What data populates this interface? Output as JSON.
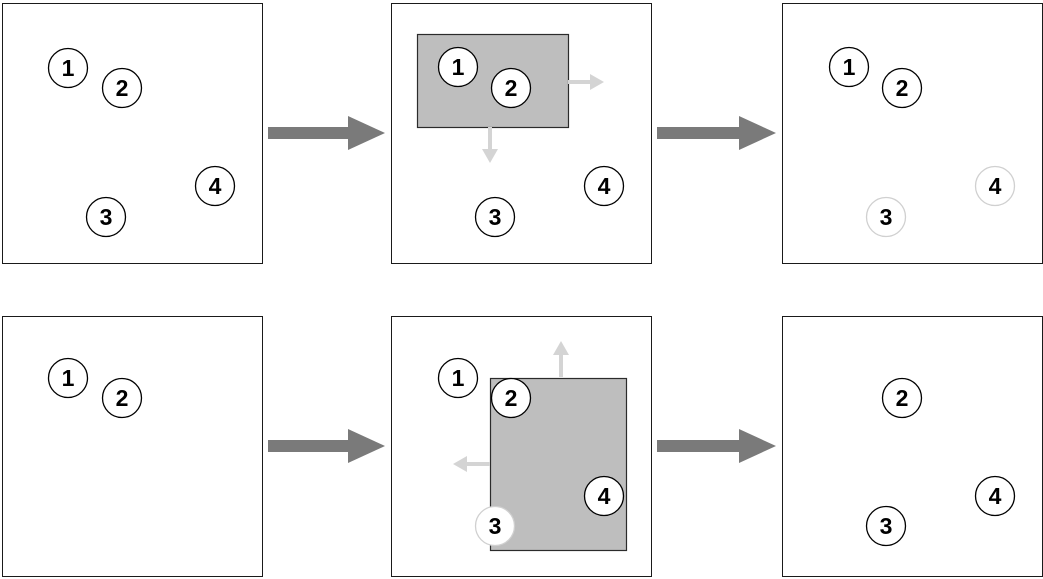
{
  "colors": {
    "panel_border": "#1a1a1a",
    "selection_fill": "#bebebe",
    "selection_border": "#2b2b2b",
    "flow_arrow": "#7a7a7a",
    "resize_arrow": "#d4d4d4",
    "circle_stroke": "#000000",
    "faded_circle_stroke": "#d0d0d0"
  },
  "icons": {
    "flow": "right-arrow-icon",
    "resize_handle": "arrow-icon"
  },
  "rows": [
    {
      "panels": [
        {
          "circles": [
            {
              "label": "1",
              "state": "normal"
            },
            {
              "label": "2",
              "state": "normal"
            },
            {
              "label": "3",
              "state": "normal"
            },
            {
              "label": "4",
              "state": "normal"
            }
          ]
        },
        {
          "has_selection": true,
          "resize_directions": [
            "right",
            "down"
          ],
          "circles": [
            {
              "label": "1",
              "state": "normal"
            },
            {
              "label": "2",
              "state": "normal"
            },
            {
              "label": "3",
              "state": "normal"
            },
            {
              "label": "4",
              "state": "normal"
            }
          ]
        },
        {
          "circles": [
            {
              "label": "1",
              "state": "normal"
            },
            {
              "label": "2",
              "state": "normal"
            },
            {
              "label": "3",
              "state": "faded"
            },
            {
              "label": "4",
              "state": "faded"
            }
          ]
        }
      ]
    },
    {
      "panels": [
        {
          "circles": [
            {
              "label": "1",
              "state": "normal"
            },
            {
              "label": "2",
              "state": "normal"
            }
          ]
        },
        {
          "has_selection": true,
          "resize_directions": [
            "up",
            "left"
          ],
          "circles": [
            {
              "label": "1",
              "state": "normal"
            },
            {
              "label": "2",
              "state": "normal"
            },
            {
              "label": "3",
              "state": "faded"
            },
            {
              "label": "4",
              "state": "normal"
            }
          ]
        },
        {
          "circles": [
            {
              "label": "2",
              "state": "normal"
            },
            {
              "label": "3",
              "state": "normal"
            },
            {
              "label": "4",
              "state": "normal"
            }
          ]
        }
      ]
    }
  ]
}
